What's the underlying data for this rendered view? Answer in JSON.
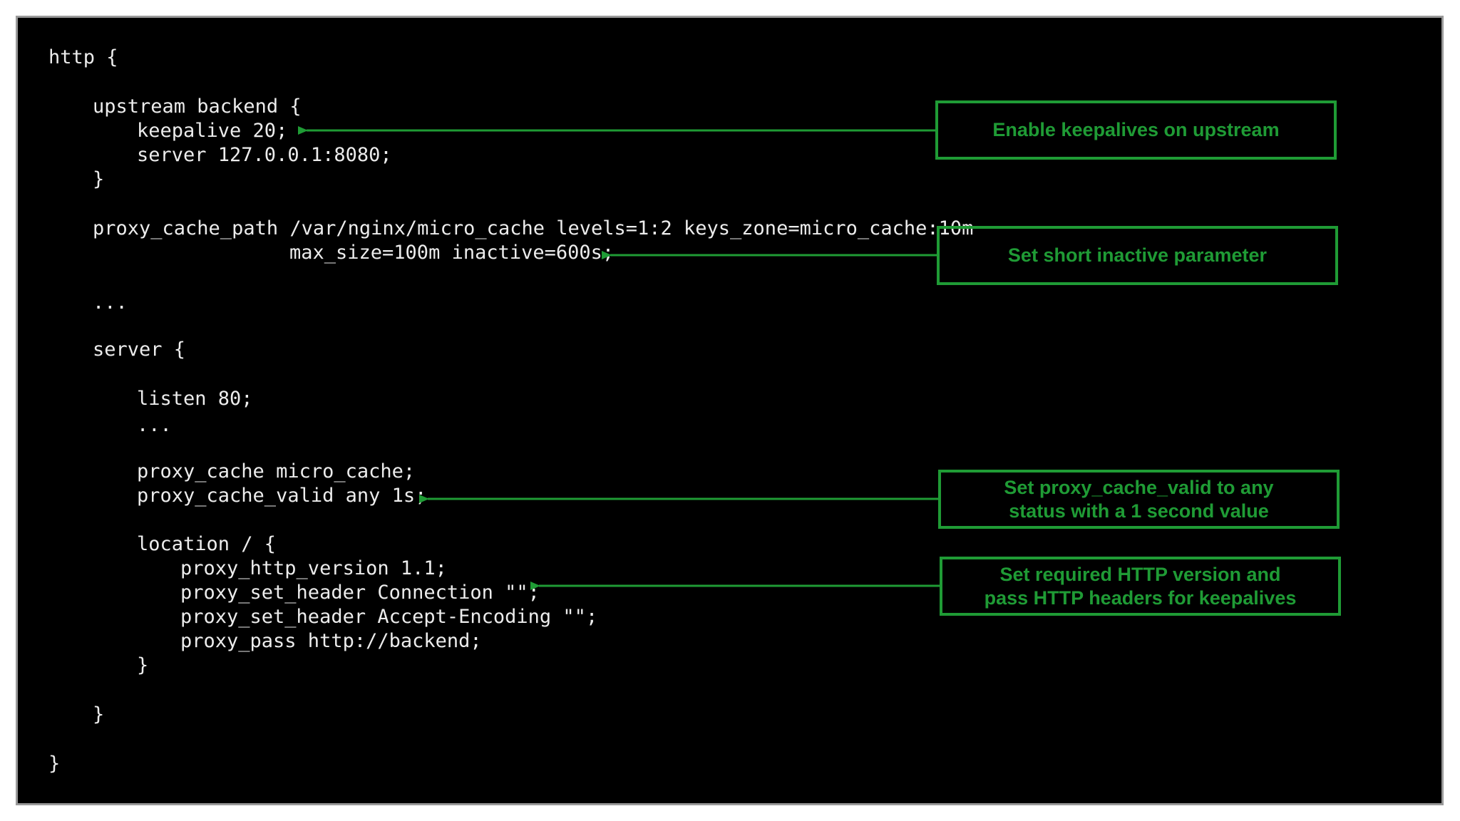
{
  "code": {
    "lines": [
      "http {",
      "upstream backend {",
      "keepalive 20;",
      "server 127.0.0.1:8080;",
      "}",
      "proxy_cache_path /var/nginx/micro_cache levels=1:2 keys_zone=micro_cache:10m",
      "max_size=100m inactive=600s;",
      "...",
      "server {",
      "listen 80;",
      "...",
      "proxy_cache micro_cache;",
      "proxy_cache_valid any 1s;",
      "location / {",
      "proxy_http_version 1.1;",
      "proxy_set_header Connection \"\";",
      "proxy_set_header Accept-Encoding \"\";",
      "proxy_pass http://backend;",
      "}",
      "}",
      "}"
    ]
  },
  "annotations": [
    {
      "lines": [
        "Enable keepalives on upstream"
      ]
    },
    {
      "lines": [
        "Set short inactive parameter"
      ]
    },
    {
      "lines": [
        "Set proxy_cache_valid to any",
        "status with a 1 second value"
      ]
    },
    {
      "lines": [
        "Set required HTTP version and",
        "pass HTTP headers for keepalives"
      ]
    }
  ],
  "colors": {
    "background": "#000000",
    "code_text": "#ececec",
    "accent": "#1f9b35",
    "frame_border": "#9a9a9a"
  }
}
